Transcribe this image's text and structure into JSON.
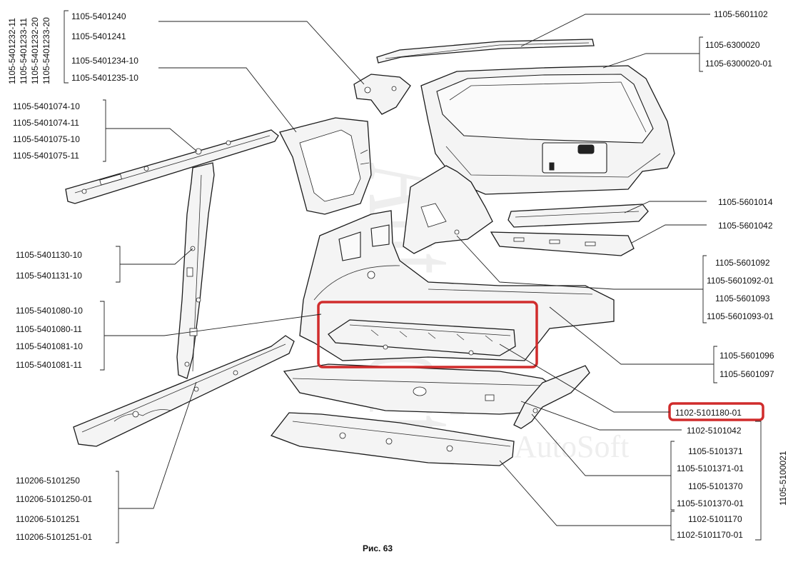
{
  "figure": {
    "caption": "Рис. 63",
    "watermark_main": "AutoSoft",
    "watermark_small": "AutoSoft",
    "highlight_color": "#d02c2c"
  },
  "labels": {
    "vertical_group": [
      "1105-5401232-11",
      "1105-5401233-11",
      "1105-5401232-20",
      "1105-5401233-20"
    ],
    "upper_window_panel": [
      "1105-5401240",
      "1105-5401241",
      "1105-5401234-10",
      "1105-5401235-10"
    ],
    "roof_rail": [
      "1105-5401074-10",
      "1105-5401074-11",
      "1105-5401075-10",
      "1105-5401075-11"
    ],
    "center_pillar": [
      "1105-5401130-10",
      "1105-5401131-10"
    ],
    "sill": [
      "1105-5401080-10",
      "1105-5401080-11",
      "1105-5401081-10",
      "1105-5401081-11"
    ],
    "front_floor_member": [
      "110206-5101250",
      "110206-5101250-01",
      "110206-5101251",
      "110206-5101251-01"
    ],
    "roof_strip": "1105-5601102",
    "tailgate": [
      "1105-6300020",
      "1105-6300020-01"
    ],
    "cross_member_upper": "1105-5601014",
    "cross_member_lower": "1105-5601042",
    "wheel_arch": [
      "1105-5601092",
      "1105-5601092-01",
      "1105-5601093",
      "1105-5601093-01"
    ],
    "rear_floor": [
      "1105-5601096",
      "1105-5601097"
    ],
    "highlighted_part": "1102-5101180-01",
    "floor_cross_member": "1102-5101042",
    "floor_side": [
      "1105-5101371",
      "1105-5101371-01",
      "1105-5101370",
      "1105-5101370-01"
    ],
    "floor_front": [
      "1102-5101170",
      "1102-5101170-01"
    ],
    "floor_assembly_vertical": "1105-5100021"
  }
}
